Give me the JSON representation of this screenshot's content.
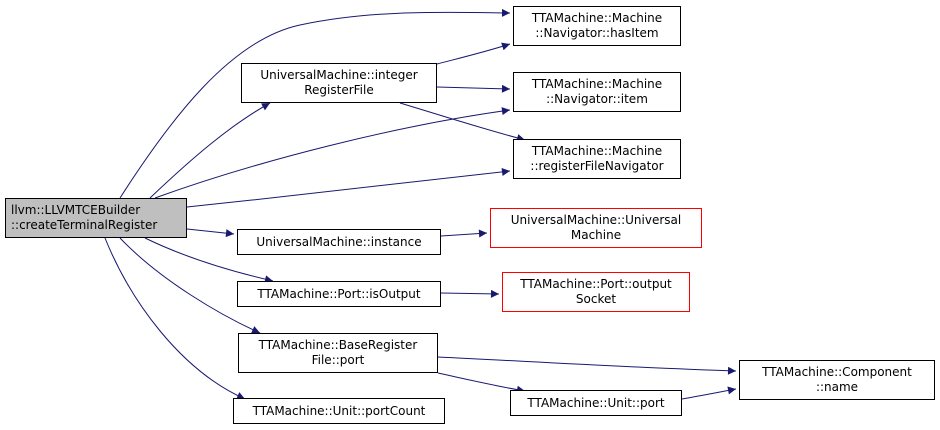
{
  "colors": {
    "edge": "#191970",
    "incomplete_border": "#ff0000",
    "root_fill": "#bfbfbf"
  },
  "nodes": {
    "root": {
      "line1": "llvm::LLVMTCEBuilder",
      "line2": "::createTerminalRegister"
    },
    "intrf": {
      "line1": "UniversalMachine::integer",
      "line2": "RegisterFile"
    },
    "hasitem": {
      "line1": "TTAMachine::Machine",
      "line2": "::Navigator::hasItem"
    },
    "item": {
      "line1": "TTAMachine::Machine",
      "line2": "::Navigator::item"
    },
    "rfnav": {
      "line1": "TTAMachine::Machine",
      "line2": "::registerFileNavigator"
    },
    "instance": {
      "line1": "UniversalMachine::instance"
    },
    "umctor": {
      "line1": "UniversalMachine::Universal",
      "line2": "Machine"
    },
    "isoutput": {
      "line1": "TTAMachine::Port::isOutput"
    },
    "outsocket": {
      "line1": "TTAMachine::Port::output",
      "line2": "Socket"
    },
    "brfport": {
      "line1": "TTAMachine::BaseRegister",
      "line2": "File::port"
    },
    "compname": {
      "line1": "TTAMachine::Component",
      "line2": "::name"
    },
    "unitport": {
      "line1": "TTAMachine::Unit::port"
    },
    "portcount": {
      "line1": "TTAMachine::Unit::portCount"
    }
  },
  "edges": [
    [
      "root",
      "hasitem"
    ],
    [
      "root",
      "intrf"
    ],
    [
      "root",
      "item"
    ],
    [
      "root",
      "rfnav"
    ],
    [
      "root",
      "instance"
    ],
    [
      "root",
      "isoutput"
    ],
    [
      "root",
      "brfport"
    ],
    [
      "root",
      "portcount"
    ],
    [
      "intrf",
      "hasitem"
    ],
    [
      "intrf",
      "item"
    ],
    [
      "intrf",
      "rfnav"
    ],
    [
      "instance",
      "umctor"
    ],
    [
      "isoutput",
      "outsocket"
    ],
    [
      "brfport",
      "compname"
    ],
    [
      "brfport",
      "unitport"
    ],
    [
      "unitport",
      "compname"
    ]
  ]
}
